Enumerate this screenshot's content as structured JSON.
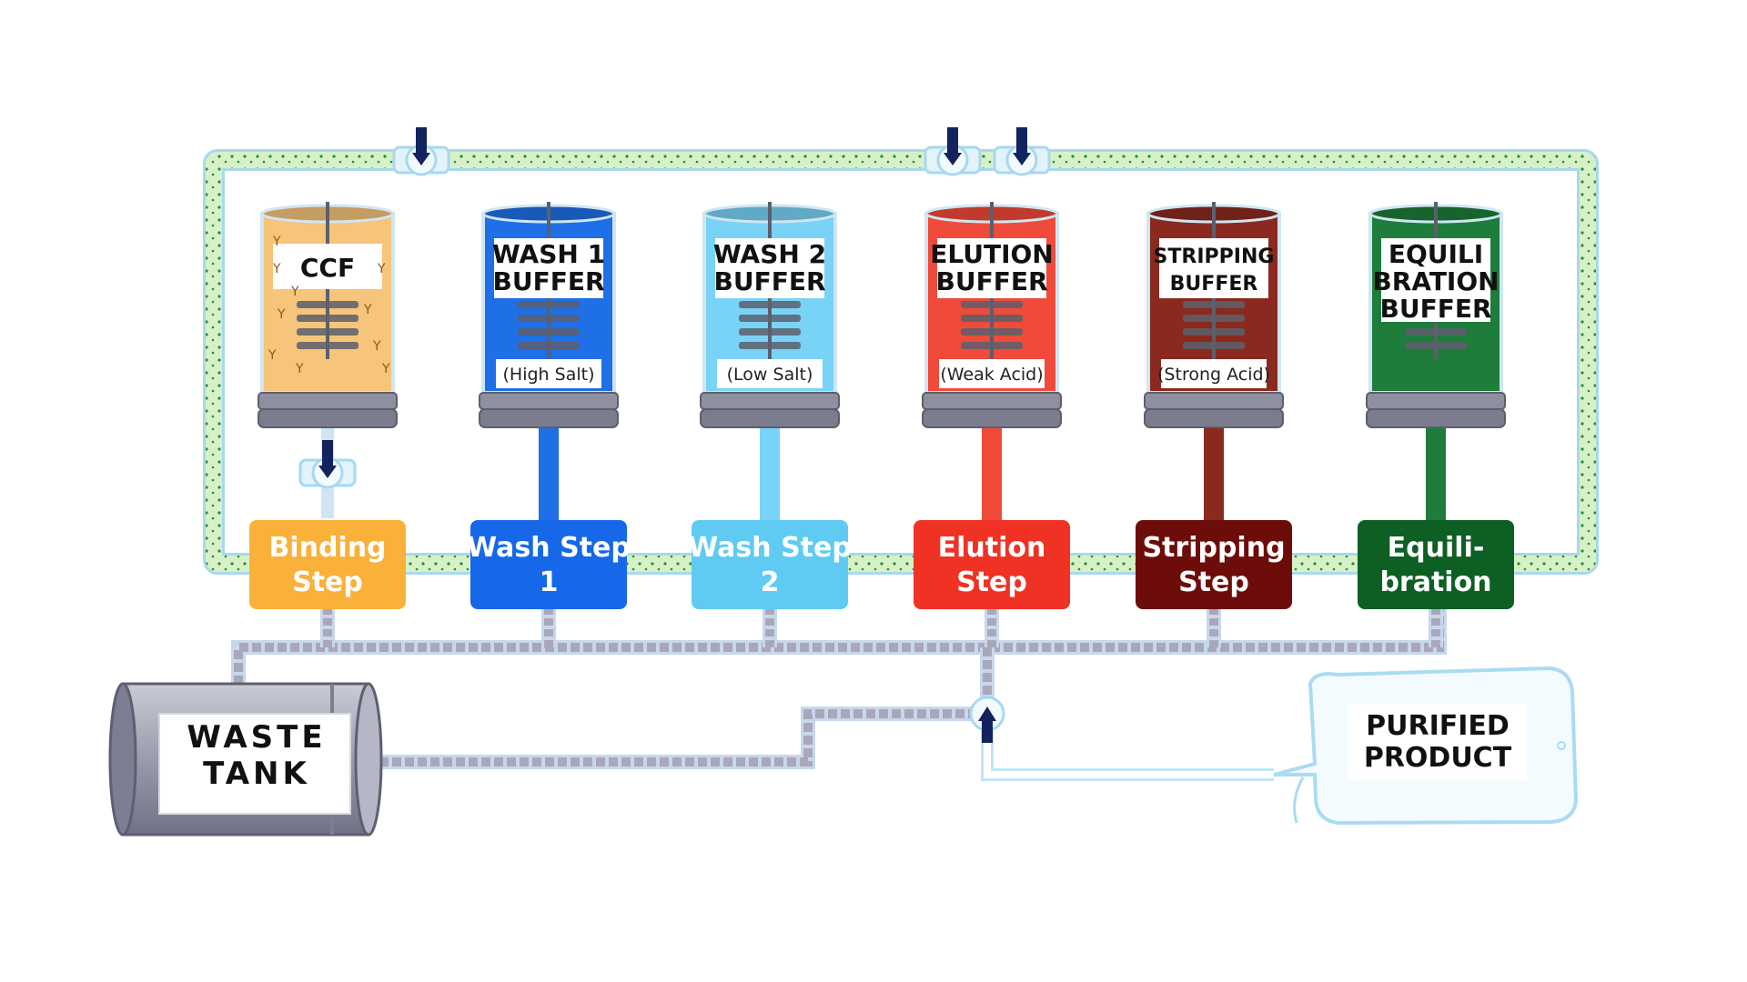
{
  "colors": {
    "ccf": "#f6c47a",
    "wash1": "#1f6fe6",
    "wash2": "#79d3f7",
    "elution": "#f04a3a",
    "stripping": "#8a2a1f",
    "equilibration": "#1e7d3a",
    "step_binding": "#f9b13a",
    "step_wash1": "#1668e8",
    "step_wash2": "#5fcbf3",
    "step_elution": "#ef3224",
    "step_stripping": "#6d0d0a",
    "step_equilibration": "#0d5f24",
    "loop_pipe": "#cdeec0",
    "waste_pipe": "#a8a8b8",
    "valve_handle": "#12235e"
  },
  "tanks": [
    {
      "id": "ccf",
      "label_lines": [
        "CCF"
      ],
      "note": ""
    },
    {
      "id": "wash1",
      "label_lines": [
        "WASH 1",
        "BUFFER"
      ],
      "note": "(High Salt)"
    },
    {
      "id": "wash2",
      "label_lines": [
        "WASH 2",
        "BUFFER"
      ],
      "note": "(Low Salt)"
    },
    {
      "id": "elution",
      "label_lines": [
        "ELUTION",
        "BUFFER"
      ],
      "note": "(Weak Acid)"
    },
    {
      "id": "stripping",
      "label_lines": [
        "STRIPPING",
        "BUFFER"
      ],
      "note": "(Strong Acid)"
    },
    {
      "id": "equilibration",
      "label_lines": [
        "EQUILI",
        "BRATION",
        "BUFFER"
      ],
      "note": ""
    }
  ],
  "steps": [
    {
      "id": "binding",
      "lines": [
        "Binding",
        "Step"
      ]
    },
    {
      "id": "wash1",
      "lines": [
        "Wash Step",
        "1"
      ]
    },
    {
      "id": "wash2",
      "lines": [
        "Wash Step",
        "2"
      ]
    },
    {
      "id": "elution",
      "lines": [
        "Elution",
        "Step"
      ]
    },
    {
      "id": "stripping",
      "lines": [
        "Stripping",
        "Step"
      ]
    },
    {
      "id": "equilibration",
      "lines": [
        "Equili-",
        "bration"
      ]
    }
  ],
  "waste_tank": {
    "lines": [
      "WASTE",
      "TANK"
    ]
  },
  "product_bag": {
    "lines": [
      "PURIFIED",
      "PRODUCT"
    ]
  }
}
